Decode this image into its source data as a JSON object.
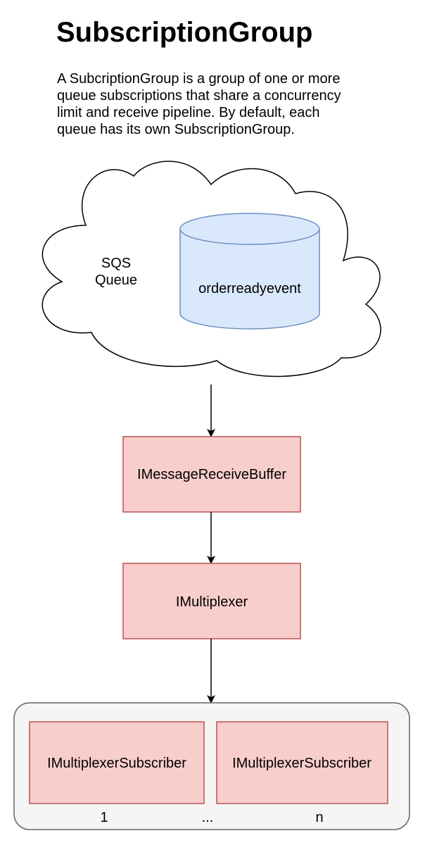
{
  "header": {
    "title": "SubscriptionGroup",
    "description": [
      "A SubcriptionGroup is a group of one or more",
      "queue subscriptions that share a concurrency",
      "limit and receive pipeline. By default, each",
      "queue has its own SubscriptionGroup."
    ]
  },
  "diagram": {
    "cloud": {
      "label_line1": "SQS",
      "label_line2": "Queue"
    },
    "queue": {
      "label": "orderreadyevent"
    },
    "receive_buffer": {
      "label": "IMessageReceiveBuffer"
    },
    "multiplexer": {
      "label": "IMultiplexer"
    },
    "subscribers": [
      {
        "label": "IMultiplexerSubscriber",
        "index": "1"
      },
      {
        "label": "IMultiplexerSubscriber",
        "index": "n"
      }
    ],
    "ellipsis": "...",
    "colors": {
      "queue_fill": "#dae8fc",
      "queue_stroke": "#6c8ebf",
      "box_fill": "#f8cecc",
      "box_stroke": "#b85450",
      "group_fill": "#f5f5f5",
      "group_stroke": "#666666"
    }
  }
}
